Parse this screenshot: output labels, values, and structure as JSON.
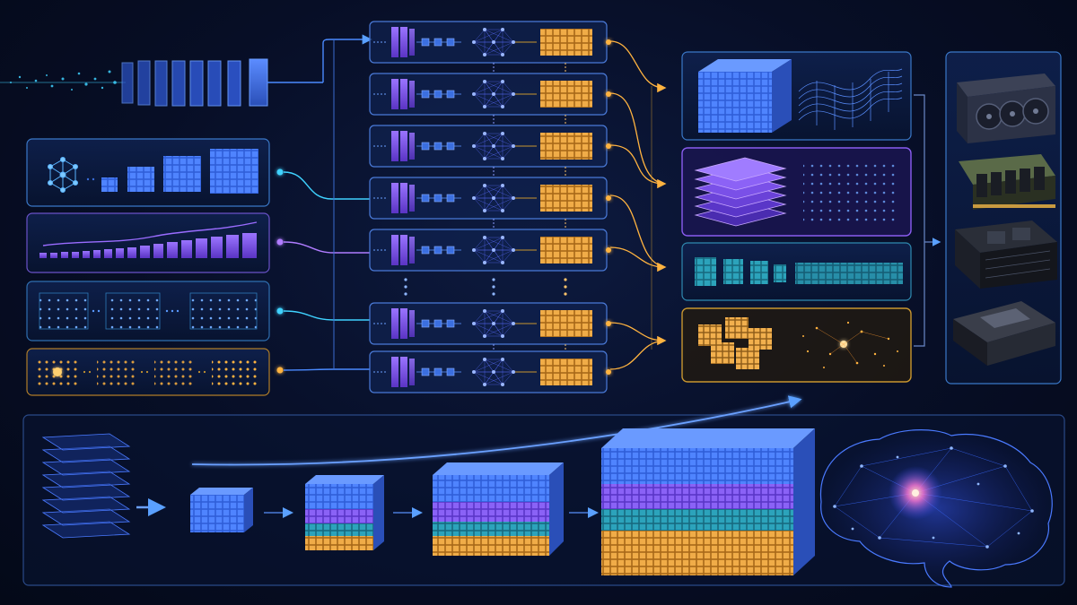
{
  "colors": {
    "background": "#070e26",
    "panel_border_blue": "#3a78c8",
    "panel_border_purple": "#8a5cf0",
    "panel_border_gold": "#c8962f",
    "accent_cyan": "#3fd2ff",
    "accent_purple": "#b07cff",
    "accent_gold": "#ffb340",
    "block_blue": "#3b6fe0",
    "block_purple": "#7a4fe8",
    "block_teal": "#1f8fa6",
    "block_gold": "#e0a040"
  },
  "diagram": {
    "input_stream": {
      "icon": "data-stream-icon",
      "frame_count": 8
    },
    "input_panels": [
      {
        "id": "graph-to-cubes",
        "accent": "cyan",
        "icons": [
          "network-graph-icon",
          "small-cube-icon",
          "medium-cube-icon",
          "large-cube-icon",
          "xlarge-cube-icon"
        ]
      },
      {
        "id": "growing-bars",
        "accent": "purple",
        "icons": [
          "bar-sequence-icon"
        ]
      },
      {
        "id": "grid-sequence",
        "accent": "cyan",
        "icons": [
          "grid-icon",
          "grid-icon",
          "grid-icon",
          "grid-icon"
        ]
      },
      {
        "id": "dot-matrix-sequence",
        "accent": "gold",
        "icons": [
          "dot-matrix-icon",
          "dot-matrix-icon",
          "dot-matrix-icon",
          "dot-matrix-icon"
        ]
      }
    ],
    "pipeline_rows": [
      {
        "id": "pipeline-1",
        "stages": [
          "input-layer-icon",
          "token-chain-icon",
          "neural-net-icon",
          "output-grid-icon"
        ]
      },
      {
        "id": "pipeline-2",
        "stages": [
          "input-layer-icon",
          "token-chain-icon",
          "neural-net-icon",
          "output-grid-icon"
        ]
      },
      {
        "id": "pipeline-3",
        "stages": [
          "input-layer-icon",
          "token-chain-icon",
          "neural-net-icon",
          "output-grid-icon"
        ]
      },
      {
        "id": "pipeline-4",
        "stages": [
          "input-layer-icon",
          "token-chain-icon",
          "neural-net-icon",
          "output-grid-icon"
        ]
      },
      {
        "id": "pipeline-5",
        "stages": [
          "input-layer-icon",
          "token-chain-icon",
          "neural-net-icon",
          "output-grid-icon"
        ]
      },
      {
        "id": "pipeline-6",
        "stages": [
          "input-layer-icon",
          "token-chain-icon",
          "neural-net-icon",
          "output-grid-icon"
        ]
      },
      {
        "id": "pipeline-7",
        "stages": [
          "input-layer-icon",
          "token-chain-icon",
          "neural-net-icon",
          "output-grid-icon"
        ]
      }
    ],
    "output_panels": [
      {
        "id": "tensor-wave",
        "accent": "blue",
        "icons": [
          "tensor-cube-icon",
          "wave-surface-icon"
        ]
      },
      {
        "id": "layer-stack-pointcloud",
        "accent": "purple",
        "icons": [
          "layer-stack-icon",
          "point-cloud-icon"
        ]
      },
      {
        "id": "cube-sequence-strip",
        "accent": "cyan",
        "icons": [
          "small-cube-icon",
          "small-cube-icon",
          "small-cube-icon",
          "small-cube-icon",
          "token-strip-icon"
        ]
      },
      {
        "id": "gold-cubes-constellation",
        "accent": "gold",
        "icons": [
          "gold-cube-cluster-icon",
          "constellation-icon"
        ]
      }
    ],
    "hardware": [
      "gpu-card-icon",
      "memory-module-icon",
      "accelerator-board-icon",
      "processor-chip-icon"
    ],
    "scaling": {
      "stages": [
        "layer-stack-icon",
        "cube-1-icon",
        "cube-2-icon",
        "cube-3-icon",
        "cube-4-icon"
      ],
      "end": "brain-icon"
    }
  }
}
